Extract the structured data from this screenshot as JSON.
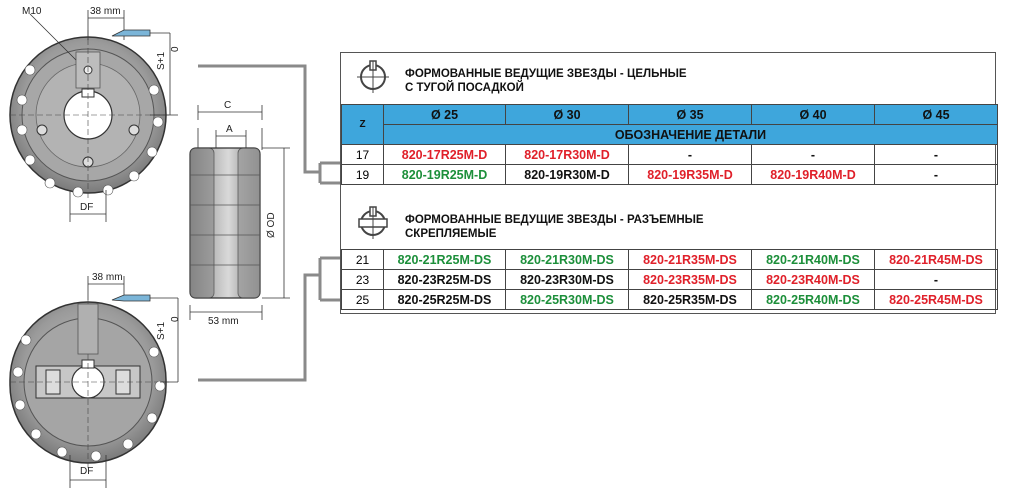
{
  "drawing": {
    "labels": {
      "m10": "M10",
      "dim38_top": "38 mm",
      "dim38_bottom": "38 mm",
      "s1_top": "S+1",
      "s0_top": "0",
      "s1_bottom": "S+1",
      "s0_bottom": "0",
      "df_top": "DF",
      "df_bottom": "DF",
      "c": "C",
      "a": "A",
      "od": "Ø OD",
      "dim53": "53 mm"
    }
  },
  "section1": {
    "title_line1": "ФОРМОВАННЫЕ ВЕДУЩИЕ ЗВЕЗДЫ - ЦЕЛЬНЫЕ",
    "title_line2": "С ТУГОЙ ПОСАДКОЙ"
  },
  "header": {
    "z": "Z",
    "diameters": [
      "Ø 25",
      "Ø 30",
      "Ø 35",
      "Ø 40",
      "Ø 45"
    ],
    "designation": "ОБОЗНАЧЕНИЕ ДЕТАЛИ"
  },
  "rows1": [
    {
      "z": "17",
      "cells": [
        {
          "text": "820-17R25M-D",
          "c": "r"
        },
        {
          "text": "820-17R30M-D",
          "c": "r"
        },
        {
          "text": "-",
          "c": "k"
        },
        {
          "text": "-",
          "c": "k"
        },
        {
          "text": "-",
          "c": "k"
        }
      ]
    },
    {
      "z": "19",
      "cells": [
        {
          "text": "820-19R25M-D",
          "c": "g"
        },
        {
          "text": "820-19R30M-D",
          "c": "k"
        },
        {
          "text": "820-19R35M-D",
          "c": "r"
        },
        {
          "text": "820-19R40M-D",
          "c": "r"
        },
        {
          "text": "-",
          "c": "k"
        }
      ]
    }
  ],
  "section2": {
    "title_line1": "ФОРМОВАННЫЕ ВЕДУЩИЕ ЗВЕЗДЫ - РАЗЪЕМНЫЕ",
    "title_line2": "СКРЕПЛЯЕМЫЕ"
  },
  "rows2": [
    {
      "z": "21",
      "cells": [
        {
          "text": "820-21R25M-DS",
          "c": "g"
        },
        {
          "text": "820-21R30M-DS",
          "c": "g"
        },
        {
          "text": "820-21R35M-DS",
          "c": "r"
        },
        {
          "text": "820-21R40M-DS",
          "c": "g"
        },
        {
          "text": "820-21R45M-DS",
          "c": "r"
        }
      ]
    },
    {
      "z": "23",
      "cells": [
        {
          "text": "820-23R25M-DS",
          "c": "k"
        },
        {
          "text": "820-23R30M-DS",
          "c": "k"
        },
        {
          "text": "820-23R35M-DS",
          "c": "r"
        },
        {
          "text": "820-23R40M-DS",
          "c": "r"
        },
        {
          "text": "-",
          "c": "k"
        }
      ]
    },
    {
      "z": "25",
      "cells": [
        {
          "text": "820-25R25M-DS",
          "c": "k"
        },
        {
          "text": "820-25R30M-DS",
          "c": "g"
        },
        {
          "text": "820-25R35M-DS",
          "c": "k"
        },
        {
          "text": "820-25R40M-DS",
          "c": "g"
        },
        {
          "text": "820-25R45M-DS",
          "c": "r"
        }
      ]
    }
  ],
  "colors": {
    "header_blue": "#3ea6dc",
    "green": "#1c8f3a",
    "red": "#e0202a"
  }
}
